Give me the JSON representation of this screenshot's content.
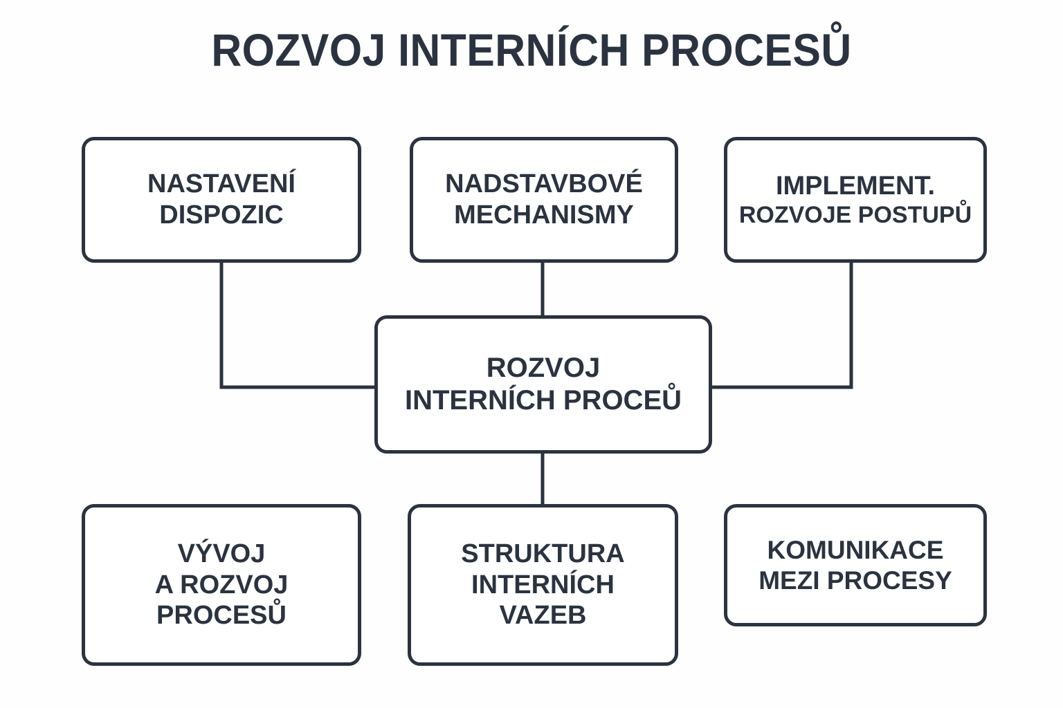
{
  "page": {
    "title": "ROZVOJ INTERNÍCH PROCESŮ",
    "background_color": "#fefefe",
    "ink_color": "#2b3340"
  },
  "diagram": {
    "type": "hub-and-spoke org/process chart",
    "center": {
      "name": "rozvoj-internich-procesu",
      "line1": "ROZVOJ",
      "line2": "INTERNÍCH PROCEŮ"
    },
    "top_row": [
      {
        "name": "nastaveni-dispozic",
        "line1": "NASTAVENÍ",
        "line2": "DISPOZIC"
      },
      {
        "name": "nadstavbove-mechanismy",
        "line1": "NADSTAVBOVÉ",
        "line2": "MECHANISMY"
      },
      {
        "name": "implementace-rozvoje",
        "line1": "IMPLEMENT.",
        "line2": "ROZVOJE POSTUPŮ"
      }
    ],
    "bottom_row": [
      {
        "name": "vyvoj-a-rozvoj-procesu",
        "line1": "VÝVOJ",
        "line2": "A ROZVOJ",
        "line3": "PROCESŮ"
      },
      {
        "name": "struktura-internich-vazeb",
        "line1": "STRUKTURA",
        "line2": "INTERNÍCH",
        "line3": "VAZEB"
      },
      {
        "name": "komunikace-mezi-procesy",
        "line1": "KOMUNIKACE",
        "line2": "MEZI PROCESY"
      }
    ],
    "connectors": [
      {
        "name": "connector-nastaveni-to-center",
        "from": "nastaveni-dispozic",
        "to": "rozvoj-internich-procesu",
        "route": "down-then-right"
      },
      {
        "name": "connector-nadstavbove-to-center",
        "from": "nadstavbove-mechanismy",
        "to": "rozvoj-internich-procesu",
        "route": "straight-down"
      },
      {
        "name": "connector-implementace-to-center",
        "from": "implementace-rozvoje",
        "to": "rozvoj-internich-procesu",
        "route": "down-then-left"
      },
      {
        "name": "connector-center-to-struktura",
        "from": "rozvoj-internich-procesu",
        "to": "struktura-internich-vazeb",
        "route": "straight-down"
      }
    ]
  }
}
